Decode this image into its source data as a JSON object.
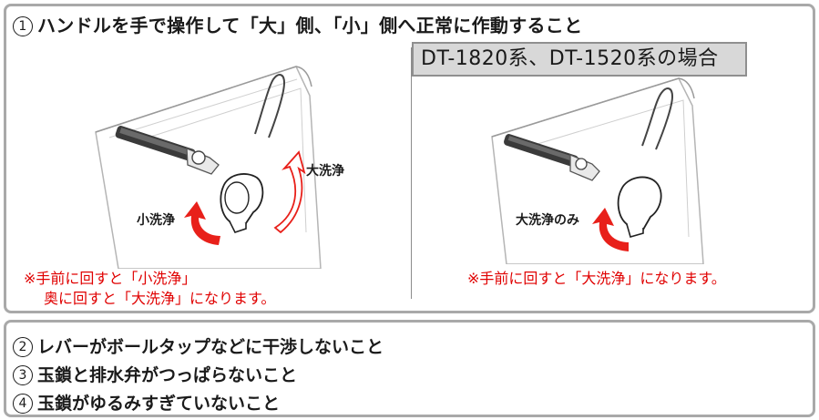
{
  "step1": {
    "number": "1",
    "text": "ハンドルを手で操作して「大」側、「小」側へ正常に作動すること"
  },
  "left_figure": {
    "label_large": "大洗浄",
    "label_small": "小洗浄",
    "note_line1": "※手前に回すと「小洗浄」",
    "note_line2": "奥に回すと「大洗浄」になります。"
  },
  "right_figure": {
    "model_label": "DT-1820系、DT-1520系の場合",
    "label": "大洗浄のみ",
    "note": "※手前に回すと「大洗浄」になります。"
  },
  "checklist": [
    {
      "number": "2",
      "text": "レバーがボールタップなどに干渉しないこと"
    },
    {
      "number": "3",
      "text": "玉鎖と排水弁がつっぱらないこと"
    },
    {
      "number": "4",
      "text": "玉鎖がゆるみすぎていないこと"
    }
  ],
  "colors": {
    "border": "#a9a9a9",
    "arrow_red": "#e8201a",
    "note_red": "#e00000",
    "label_bg": "#d8d8d8"
  }
}
